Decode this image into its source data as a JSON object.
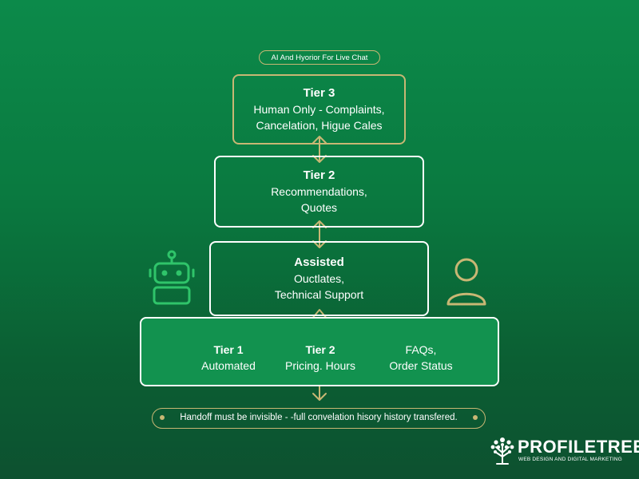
{
  "header": {
    "title": "AI And Hyorior For Live Chat"
  },
  "tier3": {
    "title": "Tier 3",
    "line1": "Human Only - Complaints,",
    "line2": "Cancelation, Higue Cales"
  },
  "tier2": {
    "title": "Tier 2",
    "line1": "Recommendations,",
    "line2": "Quotes"
  },
  "assisted": {
    "title": "Assisted",
    "line1": "Ouctlates,",
    "line2": "Technical Support"
  },
  "base": {
    "col1": {
      "title": "Tier 1",
      "sub": "Automated"
    },
    "col2": {
      "title": "Tier 2",
      "sub": "Pricing. Hours"
    },
    "col3": {
      "title": "FAQs,",
      "sub": "Order Status"
    }
  },
  "footer": {
    "note": "Handoff must be invisible - -full convelation hisory history transfered."
  },
  "logo": {
    "name": "PROFILETREE",
    "tagline": "WEB DESIGN AND DIGITAL MARKETING"
  },
  "icons": {
    "left": "robot-icon",
    "right": "person-icon",
    "logo": "tree-icon"
  },
  "colors": {
    "gold": "#c8b774",
    "green_dark": "#0b5f33",
    "green_light": "#12924f",
    "white": "#ffffff"
  }
}
